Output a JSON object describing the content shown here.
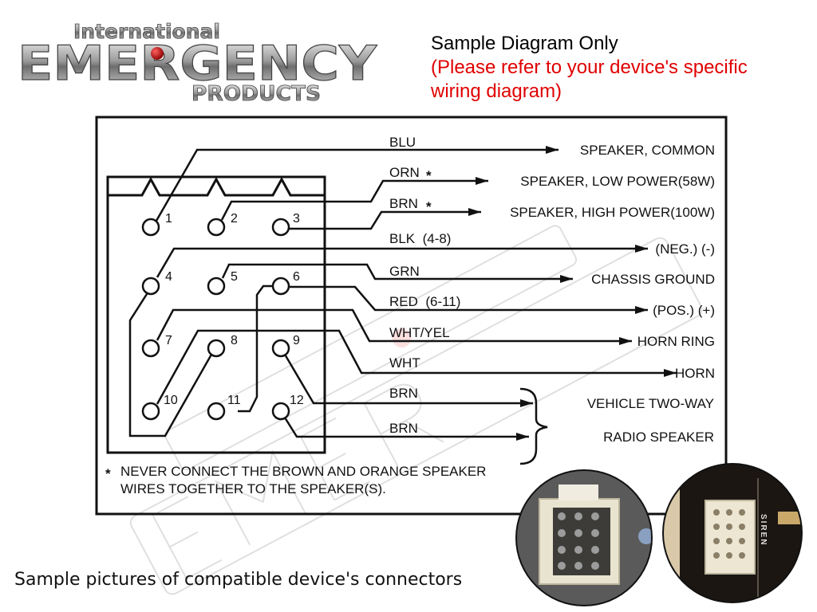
{
  "logo": {
    "line1": "International",
    "line2": "EMERGENCY",
    "line3": "PRODUCTS"
  },
  "header": {
    "title": "Sample Diagram Only",
    "note_line1": "(Please refer to your device's specific",
    "note_line2": "wiring diagram)"
  },
  "pins": [
    "1",
    "2",
    "3",
    "4",
    "5",
    "6",
    "7",
    "8",
    "9",
    "10",
    "11",
    "12"
  ],
  "wires": [
    {
      "color": "BLU",
      "dest": "SPEAKER, COMMON"
    },
    {
      "color": "ORN",
      "asterisk": "*",
      "dest": "SPEAKER, LOW POWER(58W)"
    },
    {
      "color": "BRN",
      "asterisk": "*",
      "dest": "SPEAKER, HIGH POWER(100W)"
    },
    {
      "color": "BLK  (4-8)",
      "dest": "(NEG.) (-)"
    },
    {
      "color": "GRN",
      "dest": "CHASSIS GROUND"
    },
    {
      "color": "RED  (6-11)",
      "dest": "(POS.) (+)"
    },
    {
      "color": "WHT/YEL",
      "dest": "HORN RING"
    },
    {
      "color": "WHT",
      "dest": "HORN"
    },
    {
      "color": "BRN"
    },
    {
      "color": "BRN"
    }
  ],
  "radio": {
    "line1": "VEHICLE TWO-WAY",
    "line2": "RADIO SPEAKER"
  },
  "warning": {
    "asterisk": "*",
    "line1": "NEVER CONNECT THE BROWN AND ORANGE SPEAKER",
    "line2": "WIRES TOGETHER TO THE SPEAKER(S)."
  },
  "photo_label": {
    "siren": "SIREN"
  },
  "footer": "Sample pictures of compatible device's connectors",
  "colors": {
    "red_note": "#e00000",
    "ink": "#111111"
  }
}
